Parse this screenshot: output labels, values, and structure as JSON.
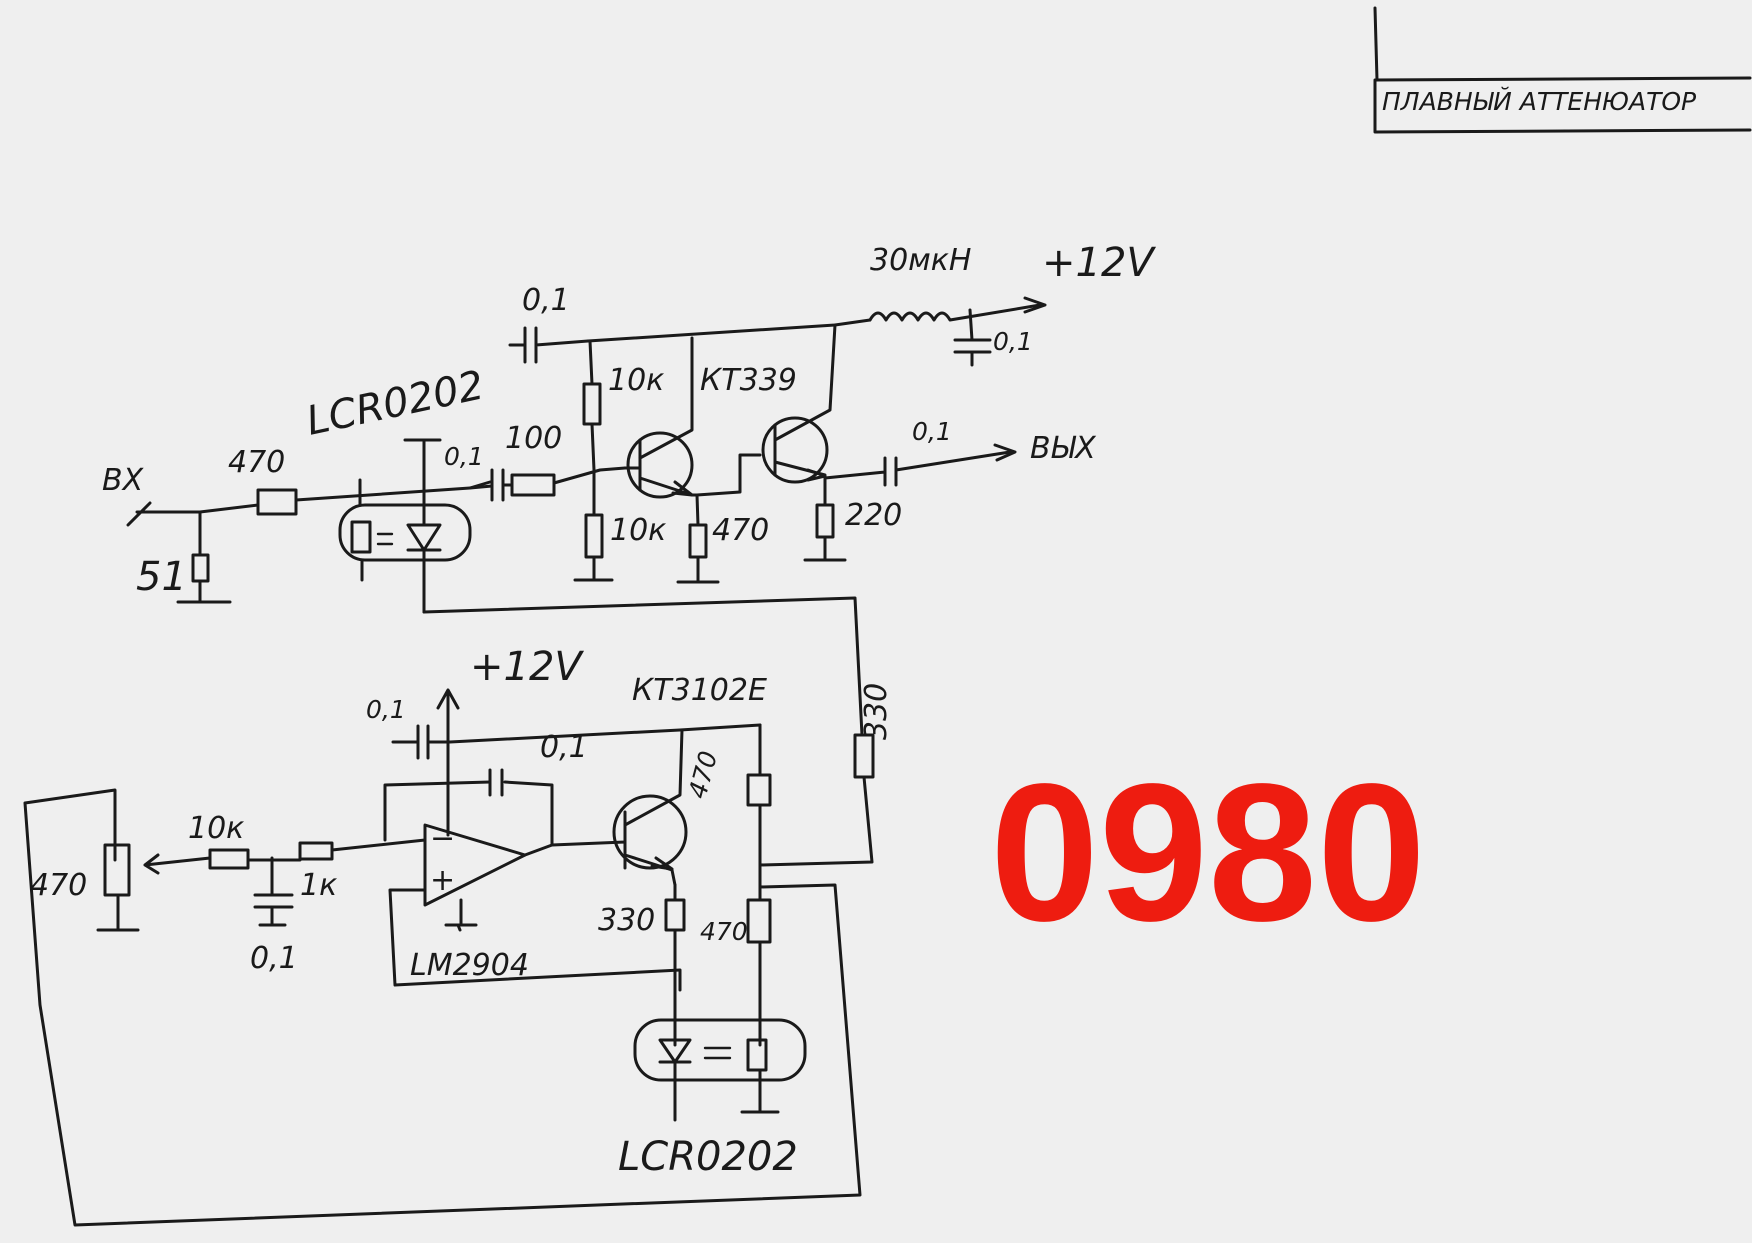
{
  "title_block": {
    "text": "ПЛАВНЫЙ АТТЕНЮАТОР"
  },
  "stamp": {
    "number": "0980",
    "color": "#ee1c10"
  },
  "top_stage": {
    "input_label": "ВХ",
    "output_label": "ВЫХ",
    "supply_label": "+12V",
    "optocoupler_label": "LCR0202",
    "transistor_label": "КТ339",
    "inductor_label": "30мкН",
    "components": {
      "r_in_shunt": "51",
      "r_series": "470",
      "c_coupling": "0,1",
      "r_base_series": "100",
      "c_supply": "0,1",
      "c_decouple": "0,1",
      "r_bias_top": "10к",
      "r_bias_bottom": "10к",
      "r_emitter_1": "470",
      "r_emitter_2": "220",
      "c_out": "0,1"
    }
  },
  "bottom_stage": {
    "supply_label": "+12V",
    "opamp_label": "LM2904",
    "transistor_label": "КТ3102Е",
    "optocoupler_label": "LCR0202",
    "components": {
      "pot": "470",
      "r_input": "10к",
      "r_series": "1к",
      "c_filter": "0,1",
      "c_supply": "0,1",
      "c_feedback": "0,1",
      "r_led_series": "330",
      "r_collector": "470",
      "r_sense": "470",
      "r_link": "330"
    }
  }
}
